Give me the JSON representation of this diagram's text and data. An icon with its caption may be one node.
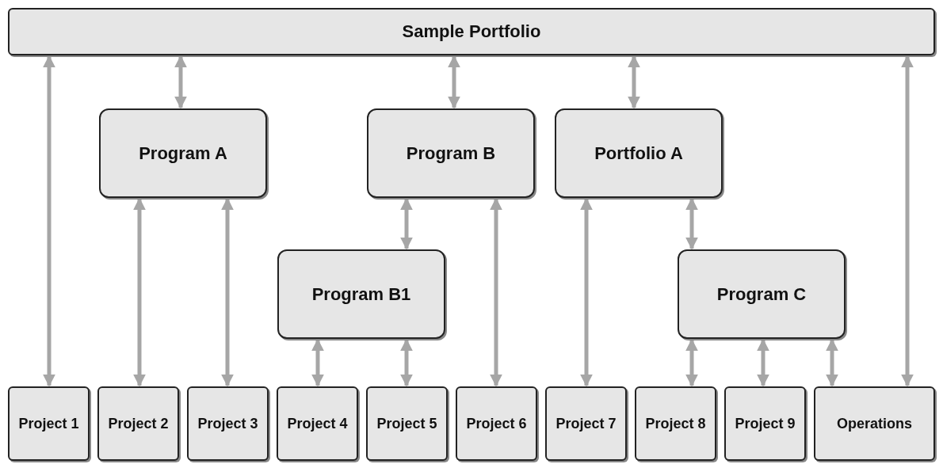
{
  "diagram": {
    "nodes": [
      {
        "text": [
          "Sample Portfolio"
        ]
      },
      {
        "text": [
          "Program A"
        ]
      },
      {
        "text": [
          "Program B"
        ]
      },
      {
        "text": [
          "Portfolio A"
        ]
      },
      {
        "text": [
          "Program B1"
        ]
      },
      {
        "text": [
          "Program C"
        ]
      },
      {
        "text": [
          "Project 1"
        ]
      },
      {
        "text": [
          "Project 2"
        ]
      },
      {
        "text": [
          "Project 3"
        ]
      },
      {
        "text": [
          "Project 4"
        ]
      },
      {
        "text": [
          "Project 5"
        ]
      },
      {
        "text": [
          "Project 6"
        ]
      },
      {
        "text": [
          "Project 7"
        ]
      },
      {
        "text": [
          "Project 8"
        ]
      },
      {
        "text": [
          "Project 9"
        ]
      },
      {
        "text": [
          "Operations"
        ]
      }
    ],
    "edges": [
      {
        "from": 0,
        "to": 6,
        "arrow": "both"
      },
      {
        "from": 0,
        "to": 1,
        "arrow": "both"
      },
      {
        "from": 0,
        "to": 2,
        "arrow": "both"
      },
      {
        "from": 0,
        "to": 3,
        "arrow": "both"
      },
      {
        "from": 0,
        "to": 15,
        "arrow": "both"
      },
      {
        "from": 1,
        "to": 7,
        "arrow": "both"
      },
      {
        "from": 1,
        "to": 8,
        "arrow": "both"
      },
      {
        "from": 2,
        "to": 4,
        "arrow": "both"
      },
      {
        "from": 2,
        "to": 11,
        "arrow": "both"
      },
      {
        "from": 3,
        "to": 12,
        "arrow": "both"
      },
      {
        "from": 3,
        "to": 5,
        "arrow": "both"
      },
      {
        "from": 4,
        "to": 9,
        "arrow": "both"
      },
      {
        "from": 4,
        "to": 10,
        "arrow": "both"
      },
      {
        "from": 5,
        "to": 13,
        "arrow": "both"
      },
      {
        "from": 5,
        "to": 14,
        "arrow": "both"
      },
      {
        "from": 5,
        "to": 15,
        "arrow": "both"
      }
    ]
  }
}
